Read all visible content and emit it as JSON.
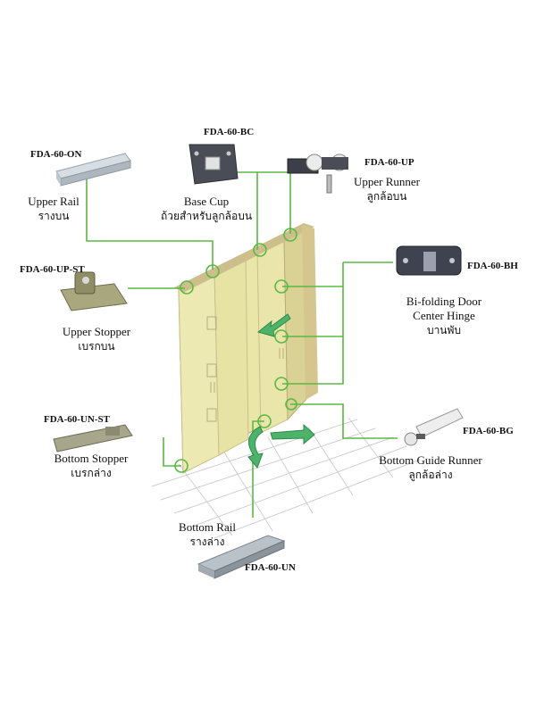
{
  "parts": {
    "upper_rail": {
      "code": "FDA-60-ON",
      "name_en": "Upper Rail",
      "name_th": "รางบน"
    },
    "base_cup": {
      "code": "FDA-60-BC",
      "name_en": "Base Cup",
      "name_th": "ถ้วยสำหรับลูกล้อบน"
    },
    "upper_runner": {
      "code": "FDA-60-UP",
      "name_en": "Upper Runner",
      "name_th": "ลูกล้อบน"
    },
    "upper_stopper": {
      "code": "FDA-60-UP-ST",
      "name_en": "Upper Stopper",
      "name_th": "เบรกบน"
    },
    "center_hinge": {
      "code": "FDA-60-BH",
      "name_en1": "Bi-folding Door",
      "name_en2": "Center Hinge",
      "name_th": "บานพับ"
    },
    "bottom_stopper": {
      "code": "FDA-60-UN-ST",
      "name_en": "Bottom Stopper",
      "name_th": "เบรกล่าง"
    },
    "guide_runner": {
      "code": "FDA-60-BG",
      "name_en": "Bottom Guide Runner",
      "name_th": "ลูกล้อล่าง"
    },
    "bottom_rail": {
      "code": "FDA-60-UN",
      "name_en": "Bottom Rail",
      "name_th": "รางล่าง"
    }
  },
  "colors": {
    "leader": "#5bb843",
    "door": "#e9e6a8",
    "frame": "#c8b98a",
    "arrow": "#4db36b",
    "metal": "#b9b9b9",
    "dark": "#3c3f47"
  }
}
